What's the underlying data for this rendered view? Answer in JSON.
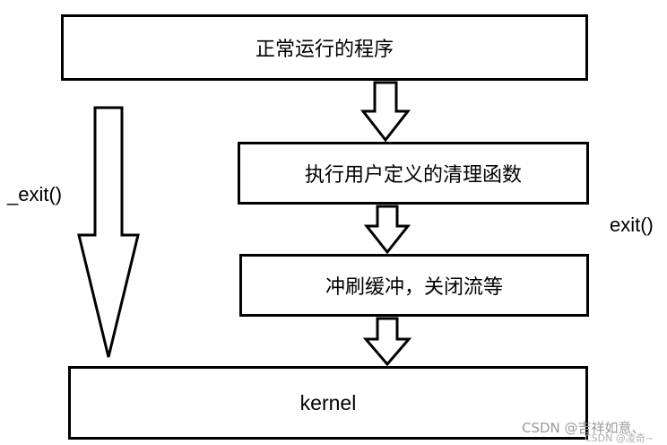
{
  "diagram": {
    "nodes": [
      {
        "id": "normal",
        "label": "正常运行的程序"
      },
      {
        "id": "cleanup",
        "label": "执行用户定义的清理函数"
      },
      {
        "id": "flush",
        "label": "冲刷缓冲，关闭流等"
      },
      {
        "id": "kernel",
        "label": "kernel"
      }
    ],
    "labels": {
      "left_path": "_exit()",
      "right_path": "exit()"
    }
  },
  "watermark": {
    "main": "CSDN @吉祥如意、",
    "secondary": "CSDN @凌奇~"
  }
}
